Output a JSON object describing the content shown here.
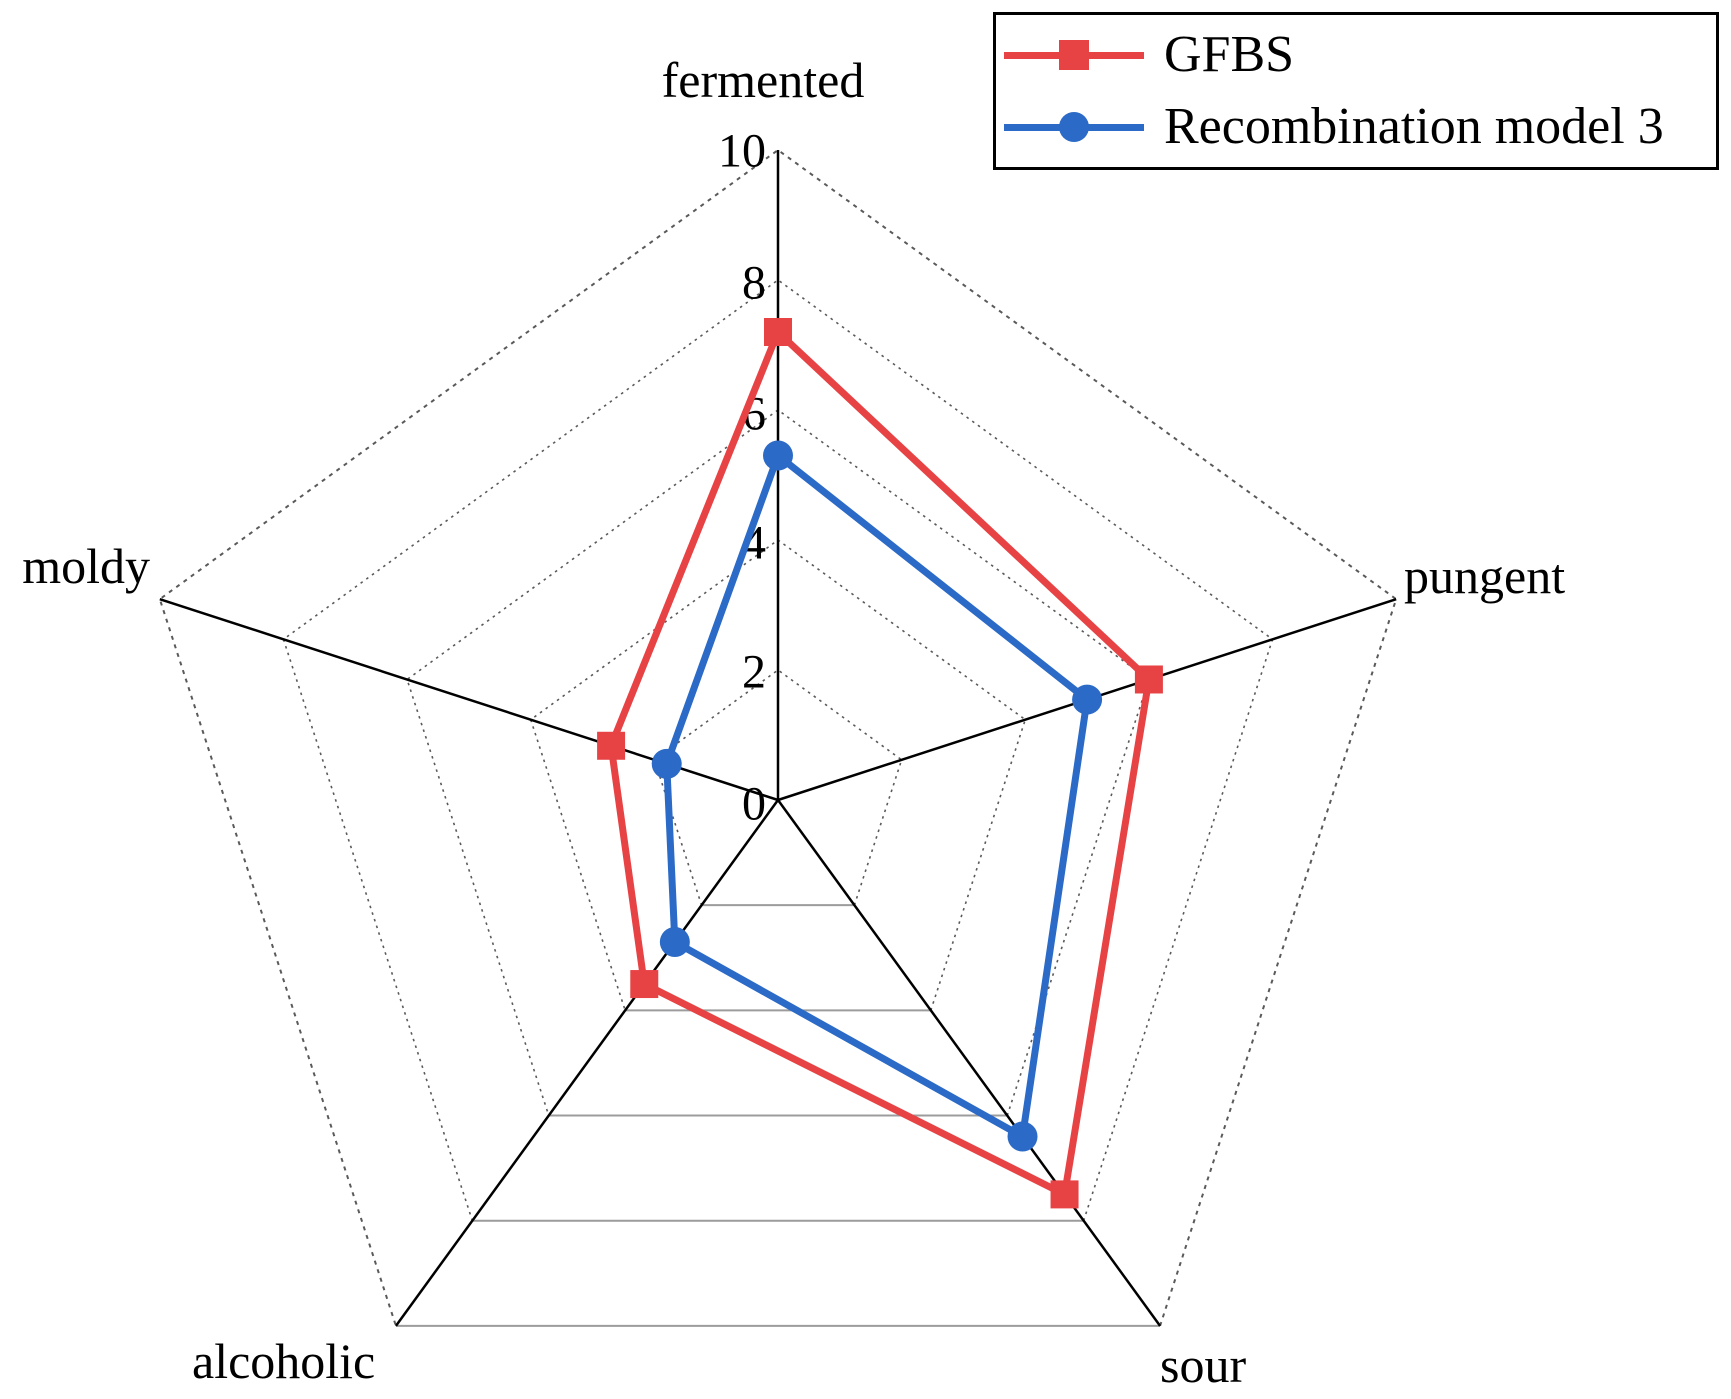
{
  "figure": {
    "background": "#ffffff",
    "legend_border_color": "#000000",
    "axis_line_color": "#000000",
    "grid_dotted_color": "#5a5a5a",
    "grid_bottom_solid_color": "#9c9c9c"
  },
  "chart_data": {
    "type": "radar",
    "title": "",
    "categories": [
      "fermented",
      "pungent",
      "sour",
      "alcoholic",
      "moldy"
    ],
    "axis": {
      "min": 0,
      "max": 10,
      "ticks": [
        0,
        2,
        4,
        6,
        8,
        10
      ],
      "rings_every": 2,
      "tick_label_side": "left-of-top-spoke"
    },
    "grid": {
      "shape": "pentagon",
      "ring_edges": "dotted",
      "ring_bottom_edges": "solid-gray-horizontal",
      "spokes": "solid-black"
    },
    "legend_position": "top-right",
    "series": [
      {
        "name": "GFBS",
        "color": "#e74345",
        "marker": "square",
        "values": [
          7.2,
          6.0,
          7.5,
          3.5,
          2.7
        ]
      },
      {
        "name": "Recombination model 3",
        "color": "#2b6ac6",
        "marker": "circle",
        "values": [
          5.3,
          5.0,
          6.4,
          2.7,
          1.8
        ]
      }
    ]
  }
}
